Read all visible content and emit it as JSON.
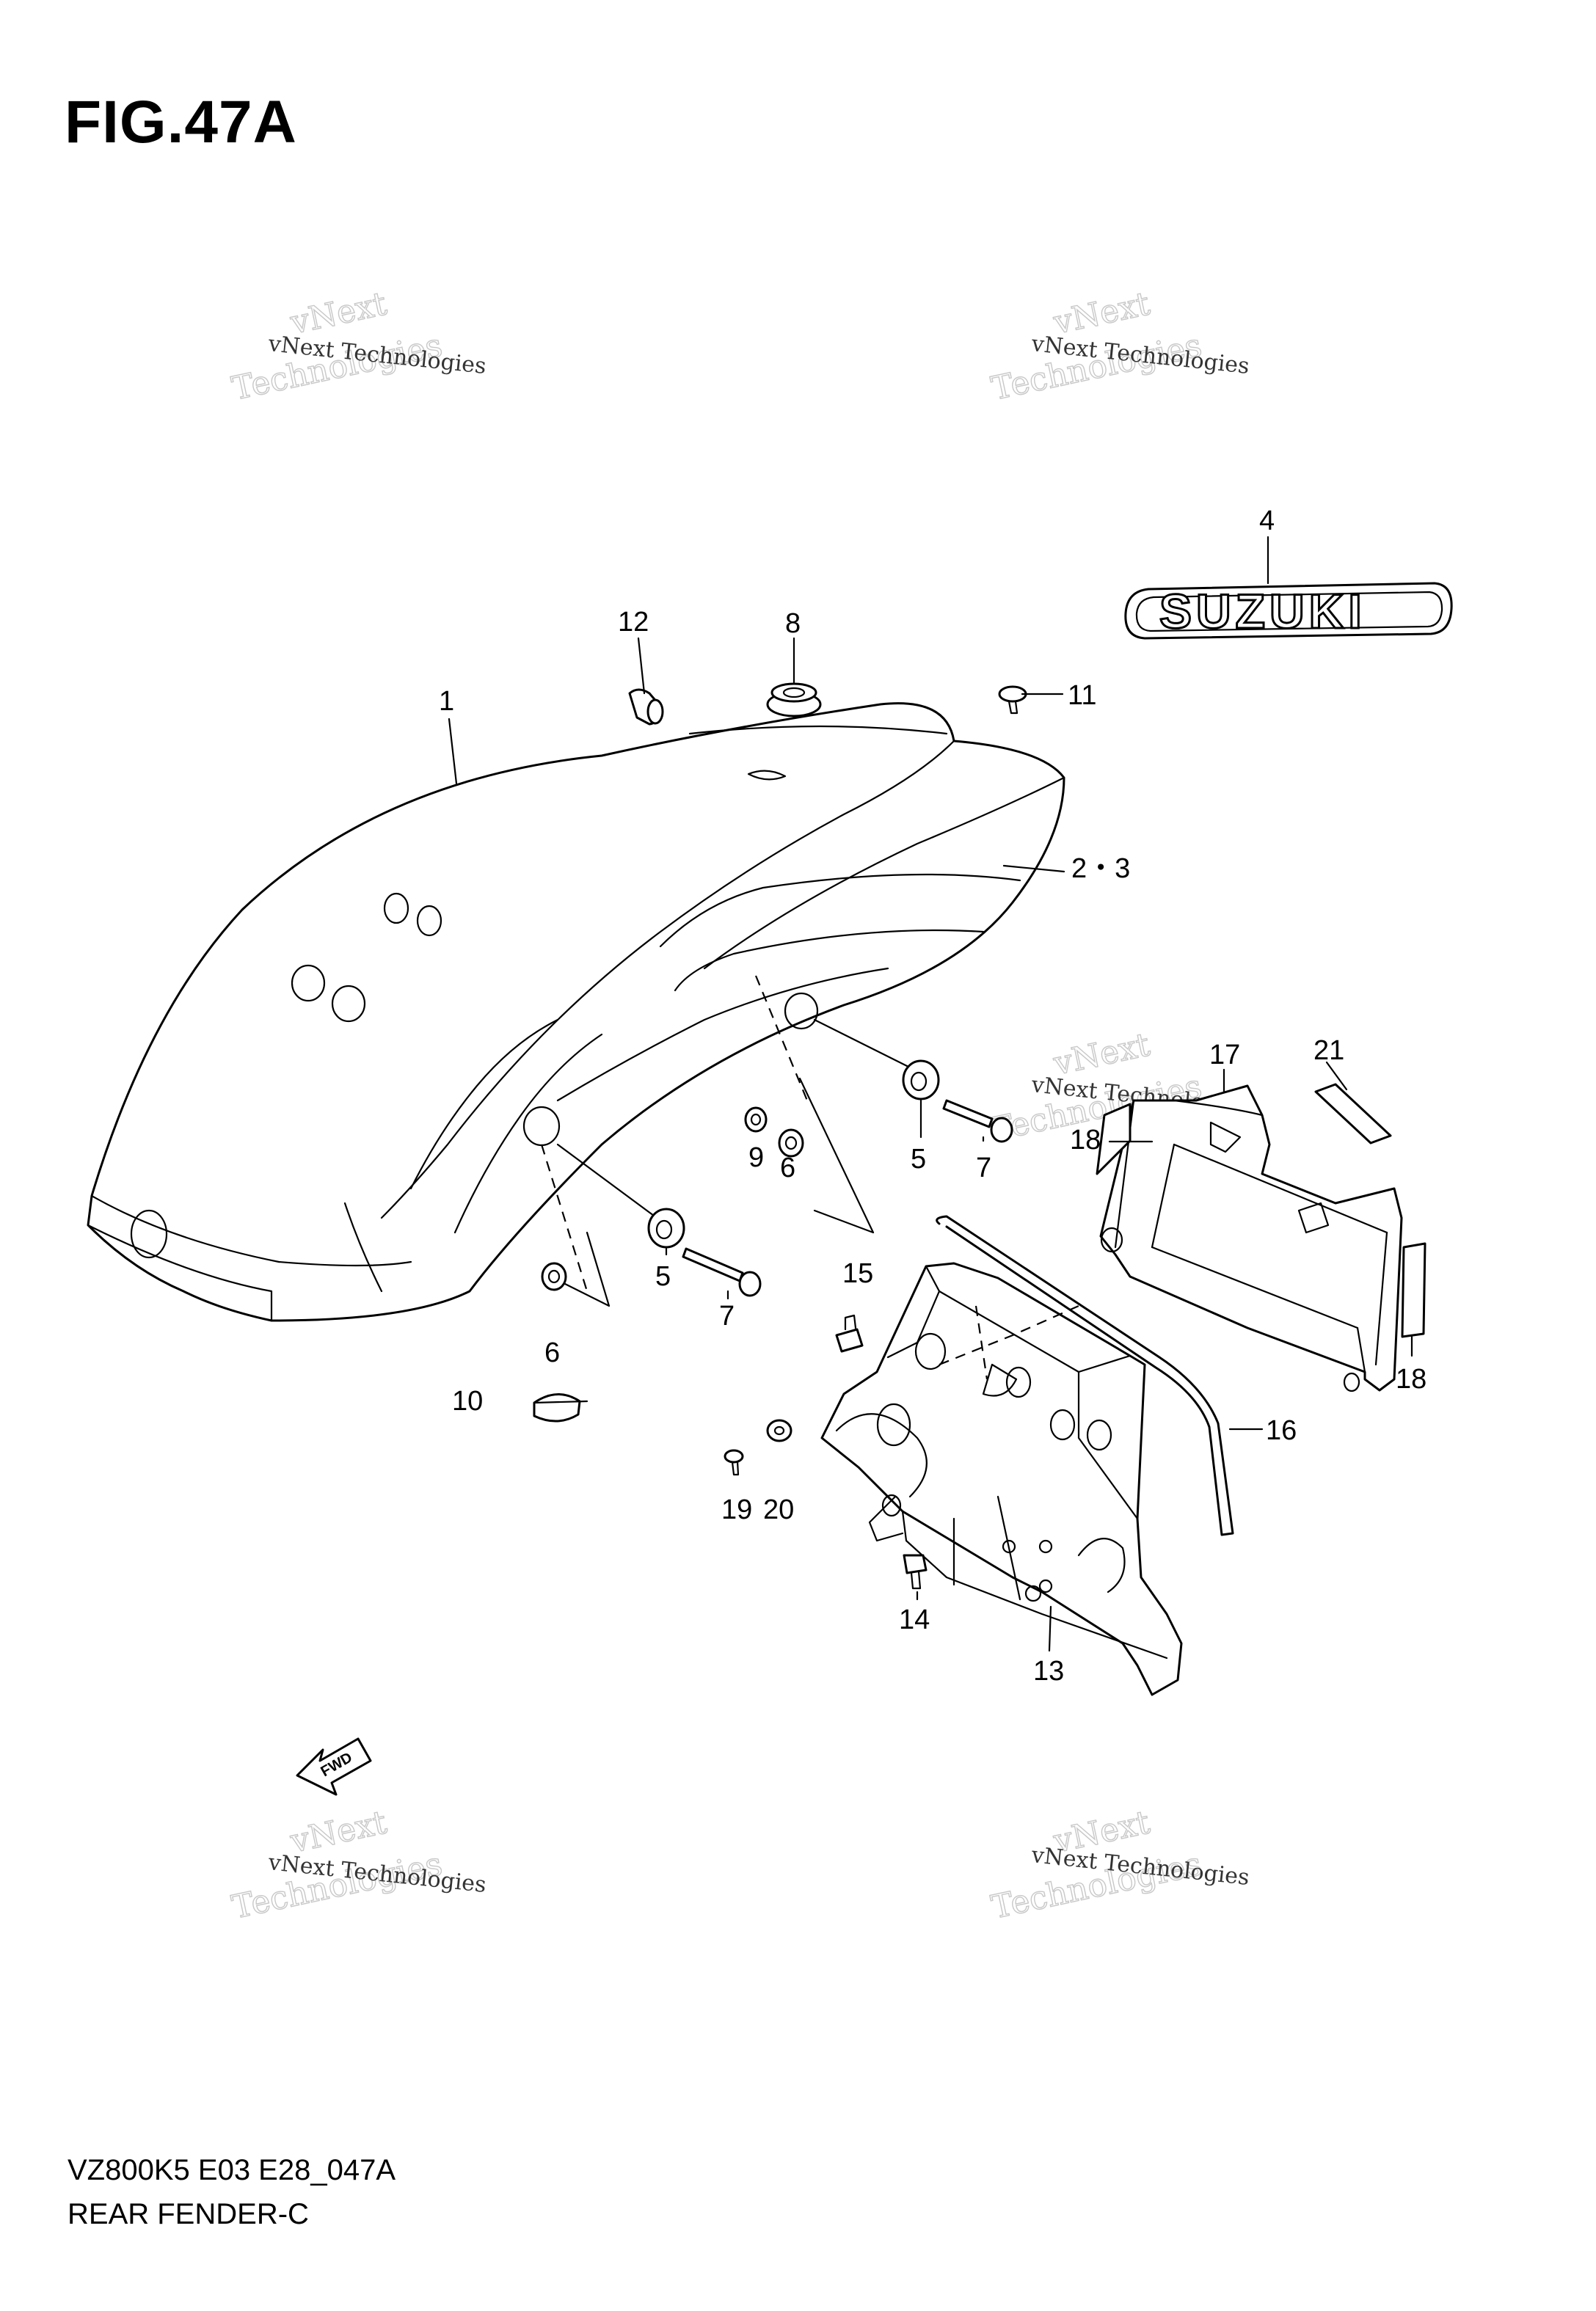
{
  "figure": {
    "title": "FIG.47A",
    "model_code": "VZ800K5 E03 E28_047A",
    "section_name": "REAR FENDER-C"
  },
  "watermark": {
    "line1": "vNext Technologies",
    "line2": "vNext",
    "line3": "Technologies"
  },
  "emblem": {
    "text": "SUZUKI"
  },
  "fwd_arrow": {
    "text": "FWD"
  },
  "callouts": [
    {
      "id": "c1",
      "text": "1"
    },
    {
      "id": "c23",
      "text": "2・3"
    },
    {
      "id": "c4",
      "text": "4"
    },
    {
      "id": "c5a",
      "text": "5"
    },
    {
      "id": "c5b",
      "text": "5"
    },
    {
      "id": "c6a",
      "text": "6"
    },
    {
      "id": "c6b",
      "text": "6"
    },
    {
      "id": "c7a",
      "text": "7"
    },
    {
      "id": "c7b",
      "text": "7"
    },
    {
      "id": "c8",
      "text": "8"
    },
    {
      "id": "c9",
      "text": "9"
    },
    {
      "id": "c10",
      "text": "10"
    },
    {
      "id": "c11",
      "text": "11"
    },
    {
      "id": "c12",
      "text": "12"
    },
    {
      "id": "c13",
      "text": "13"
    },
    {
      "id": "c14",
      "text": "14"
    },
    {
      "id": "c15",
      "text": "15"
    },
    {
      "id": "c16",
      "text": "16"
    },
    {
      "id": "c17",
      "text": "17"
    },
    {
      "id": "c18a",
      "text": "18"
    },
    {
      "id": "c18b",
      "text": "18"
    },
    {
      "id": "c19",
      "text": "19"
    },
    {
      "id": "c20",
      "text": "20"
    },
    {
      "id": "c21",
      "text": "21"
    }
  ]
}
